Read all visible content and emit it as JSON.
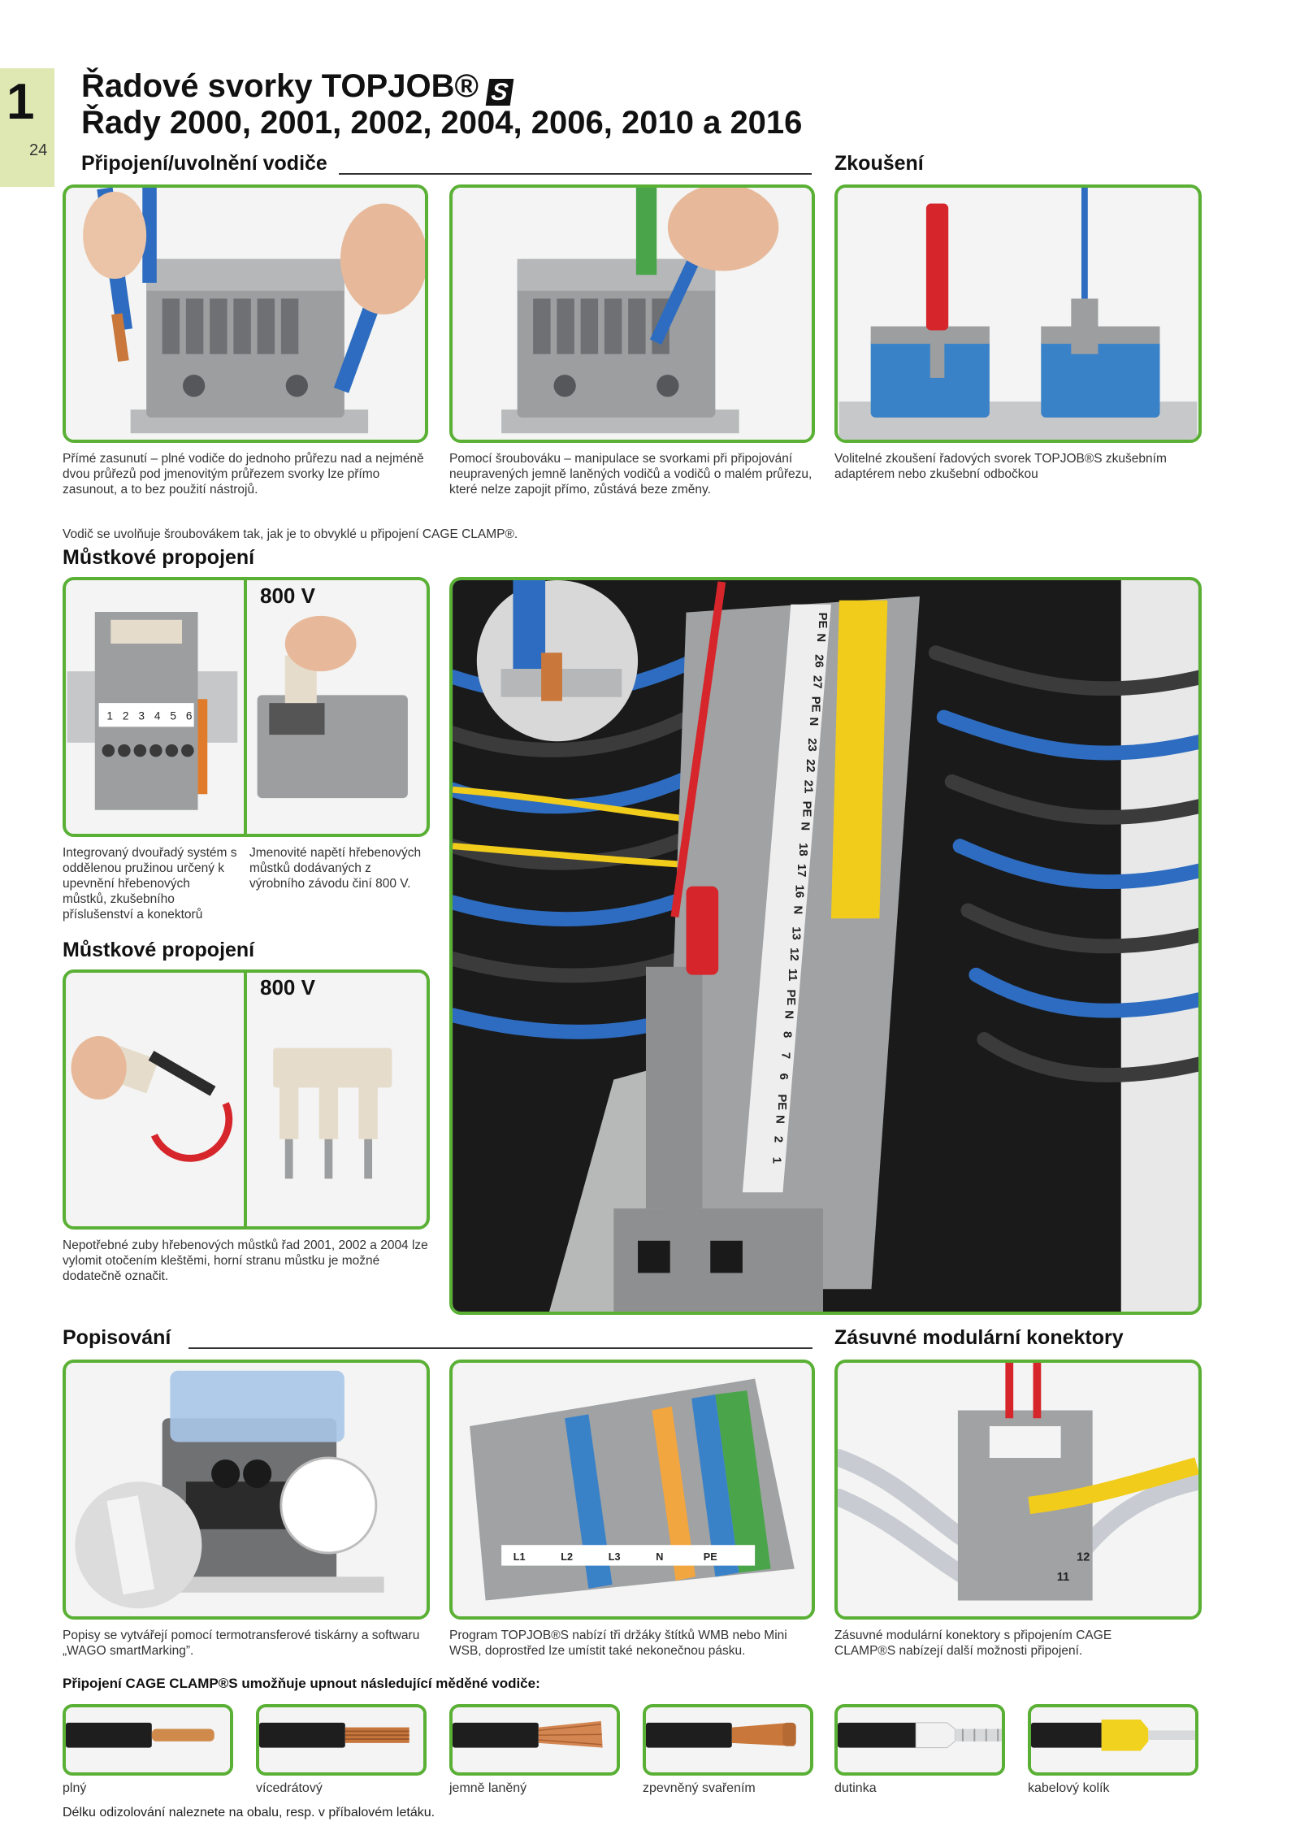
{
  "chapter": {
    "number": "1",
    "page": "24"
  },
  "title": {
    "line1": "Řadové svorky TOPJOB®",
    "logo_letter": "S",
    "line2": "Řady 2000, 2001, 2002, 2004, 2006, 2010 a 2016"
  },
  "sections": {
    "connect": {
      "heading": "Připojení/uvolnění vodiče",
      "caption_push_in": "Přímé zasunutí – plné vodiče do jednoho průřezu nad a nejméně dvou průřezů pod jmenovitým průřezem svorky lze přímo zasunout, a to bez použití nástrojů.",
      "caption_operating_tool": "Pomocí šroubováku – manipulace se svorkami při připojování neupravených jemně laněných vodičů a vodičů o malém průřezu, které nelze zapojit přímo, zůstává beze změny.",
      "release_note": "Vodič se uvolňuje šroubovákem tak, jak je to obvyklé u připojení CAGE CLAMP®."
    },
    "testing": {
      "heading": "Zkoušení",
      "caption": "Volitelné zkoušení řadových svorek TOPJOB®S zkušebním adaptérem nebo zkušební odbočkou"
    },
    "jumper1": {
      "heading": "Můstkové propojení",
      "voltage": "800 V",
      "caption_left": "Integrovaný dvouřadý systém s oddělenou pružinou určený k upevnění hřebenových můstků, zkušebního příslušenství a konektorů",
      "caption_right": "Jmenovité napětí hřebenových můstků dodávaných z výrobního závodu činí 800 V."
    },
    "jumper2": {
      "heading": "Můstkové propojení",
      "voltage": "800 V",
      "caption": "Nepotřebné zuby hřebenových můstků řad 2001, 2002 a 2004 lze vylomit otočením kleštěmi, horní stranu můstku je možné dodatečně označit."
    },
    "marking": {
      "heading": "Popisování",
      "caption_printer": "Popisy se vytvářejí pomocí termotransferové tiskárny a softwaru „WAGO smartMarking”.",
      "caption_program": "Program TOPJOB®S nabízí tři držáky štítků WMB nebo Mini WSB, doprostřed lze umístit také nekonečnou pásku."
    },
    "connectors": {
      "heading": "Zásuvné modulární konektory",
      "caption": "Zásuvné modulární konektory s připojením CAGE CLAMP®S nabízejí další možnosti připojení."
    },
    "conductors": {
      "heading": "Připojení CAGE CLAMP®S umožňuje upnout následující měděné vodiče:",
      "items": [
        "plný",
        "vícedrátový",
        "jemně laněný",
        "zpevněný svařením",
        "dutinka",
        "kabelový kolík"
      ],
      "footnote": "Délku odizolování naleznete na obalu, resp. v příbalovém letáku."
    }
  },
  "markers": {
    "terminal_numbers": [
      "1",
      "2",
      "3",
      "4",
      "5",
      "6"
    ],
    "rail_labels": [
      "PE",
      "N",
      "26",
      "27",
      "PE",
      "N",
      "23",
      "22",
      "21",
      "PE",
      "N",
      "18",
      "17",
      "16",
      "N",
      "13",
      "12",
      "11",
      "PE",
      "N",
      "8",
      "7",
      "6",
      "PE",
      "N",
      "2",
      "1"
    ],
    "marking_labels": [
      "L1",
      "L2",
      "L3",
      "N",
      "PE"
    ],
    "connector_labels": [
      "11",
      "12"
    ]
  },
  "colors": {
    "frame_green": "#5ab035",
    "tab_green": "#dfe8b3",
    "terminal_grey": "#9a9c9e",
    "terminal_blue": "#3a82c8",
    "wire_yellow": "#f2cc1b",
    "wire_red": "#d6262b",
    "wire_blue": "#2d6cc0"
  }
}
